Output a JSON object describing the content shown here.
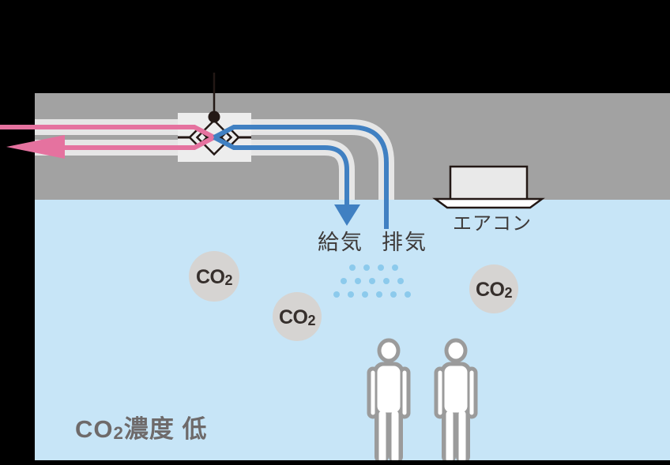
{
  "labels": {
    "supply_air": "給気",
    "exhaust_air": "排気",
    "air_conditioner": "エアコン"
  },
  "co2_bubble": {
    "symbol": "CO",
    "subscript": "2"
  },
  "caption": {
    "symbol": "CO",
    "subscript": "2",
    "text": "濃度 低"
  },
  "colors": {
    "background": "#000000",
    "ceiling": "#a2a2a2",
    "room": "#c7e5f7",
    "duct_casing": "#e6e6e6",
    "unit_box": "#ededed",
    "pink_flow": "#e5729f",
    "blue_flow": "#4080c2",
    "ink": "#231815",
    "co2_bubble_fill": "#d6d4d2",
    "diffuse_dot": "#8ccaec",
    "aircon_body": "#e9e9e9",
    "aircon_panel": "#ffffff",
    "person_outline": "#9b9b9b",
    "person_fill": "#ffffff",
    "label_dark": "#3e3a39",
    "caption_gray": "#6e6a6a"
  }
}
